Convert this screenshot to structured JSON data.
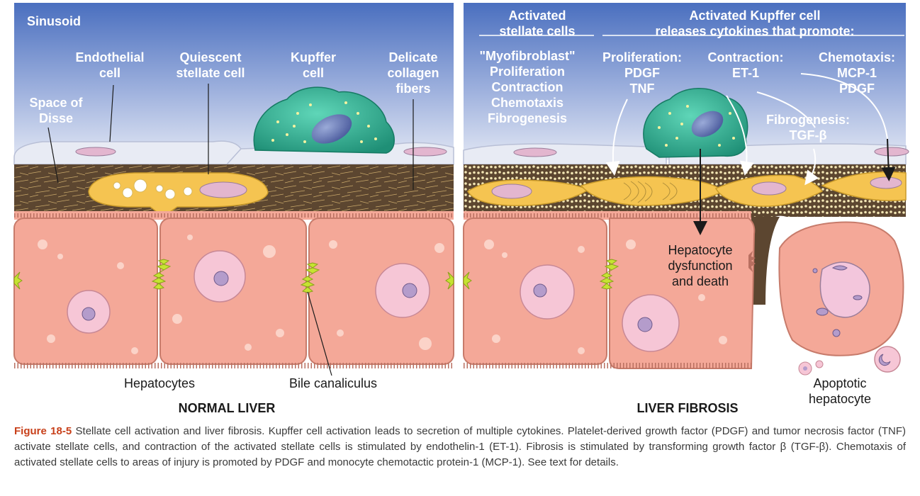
{
  "left_panel": {
    "title": "NORMAL LIVER",
    "labels": {
      "sinusoid": "Sinusoid",
      "endothelial_cell": "Endothelial\ncell",
      "quiescent_stellate_cell": "Quiescent\nstellate cell",
      "kupffer_cell": "Kupffer\ncell",
      "delicate_collagen_fibers": "Delicate\ncollagen\nfibers",
      "space_of_disse": "Space of\nDisse",
      "hepatocytes": "Hepatocytes",
      "bile_canaliculus": "Bile canaliculus"
    }
  },
  "right_panel": {
    "title": "LIVER FIBROSIS",
    "labels": {
      "activated_stellate_cells": "Activated\nstellate cells",
      "activated_kupffer_cell": "Activated Kupffer cell\nreleases cytokines that promote:",
      "myofibroblast": "\"Myofibroblast\"\nProliferation\nContraction\nChemotaxis\nFibrogenesis",
      "proliferation": "Proliferation:\nPDGF\nTNF",
      "contraction": "Contraction:\nET-1",
      "chemotaxis": "Chemotaxis:\nMCP-1\nPDGF",
      "fibrogenesis": "Fibrogenesis:\nTGF-β",
      "hepatocyte_dysfunction": "Hepatocyte\ndysfunction\nand death",
      "apoptotic_hepatocyte": "Apoptotic\nhepatocyte"
    }
  },
  "caption": {
    "figure_label": "Figure 18-5",
    "text": " Stellate cell activation and liver fibrosis. Kupffer cell activation leads to secretion of multiple cytokines. Platelet-derived growth factor (PDGF) and tumor necrosis factor (TNF) activate stellate cells, and contraction of the activated stellate cells is stimulated by endothelin-1 (ET-1). Fibrosis is stimulated by transforming growth factor β (TGF-β). Chemotaxis of activated stellate cells to areas of injury is promoted by PDGF and monocyte chemotactic protein-1 (MCP-1). See text for details."
  },
  "colors": {
    "sinusoid_top": "#4a6fbf",
    "sinusoid_bottom": "#dde4f3",
    "endothelium": "#e8ebf4",
    "disse_space": "#5c4630",
    "stellate": "#f5c451",
    "hepatocyte": "#f4a898",
    "kupffer": "#2fae92",
    "canaliculus": "#c6e332",
    "figure_label": "#c8401a"
  }
}
